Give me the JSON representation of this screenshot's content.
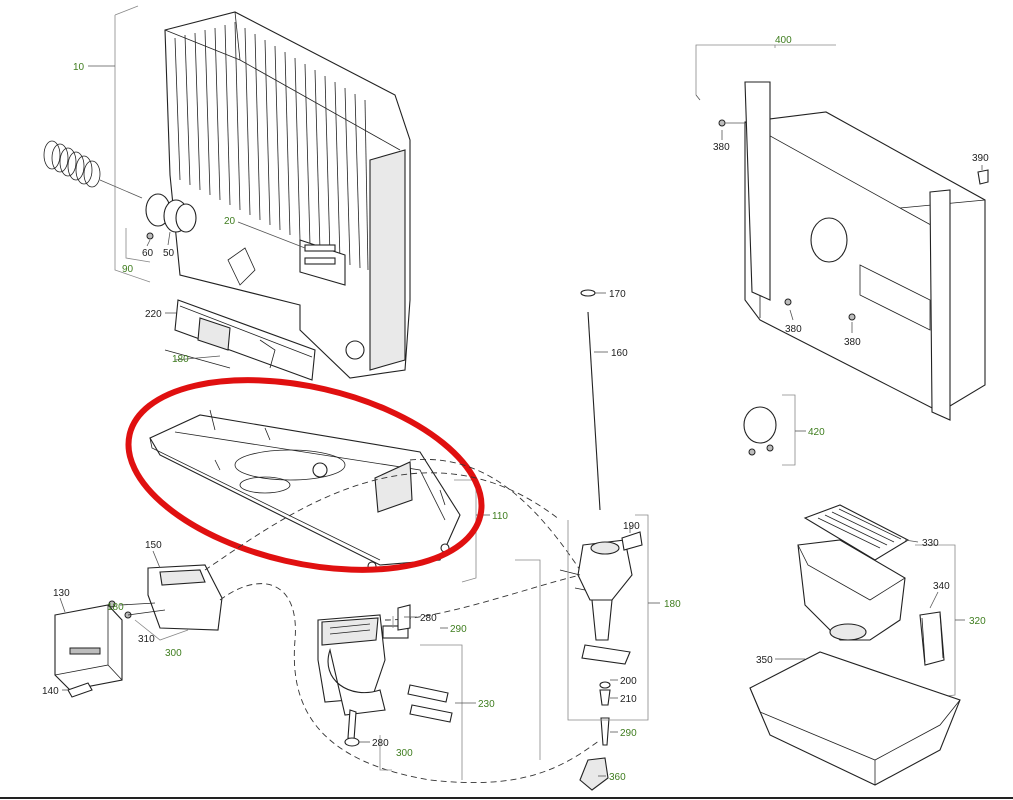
{
  "callouts": {
    "c10": "10",
    "c20": "20",
    "c50": "50",
    "c60": "60",
    "c90": "90",
    "c110": "110",
    "c130": "130",
    "c140": "140",
    "c150": "150",
    "c160": "160",
    "c170": "170",
    "c180a": "180",
    "c180b": "180",
    "c180c": "180",
    "c190": "190",
    "c200": "200",
    "c210": "210",
    "c220": "220",
    "c230": "230",
    "c280a": "280",
    "c280b": "280",
    "c290a": "290",
    "c290b": "290",
    "c300a": "300",
    "c300b": "300",
    "c310": "310",
    "c320": "320",
    "c330": "330",
    "c340": "340",
    "c350": "350",
    "c360": "360",
    "c380a": "380",
    "c380b": "380",
    "c380c": "380",
    "c390": "390",
    "c400": "400",
    "c420": "420"
  },
  "colors": {
    "group_label": "#3f7d1f",
    "part_label": "#222222",
    "highlight": "#e01010"
  }
}
